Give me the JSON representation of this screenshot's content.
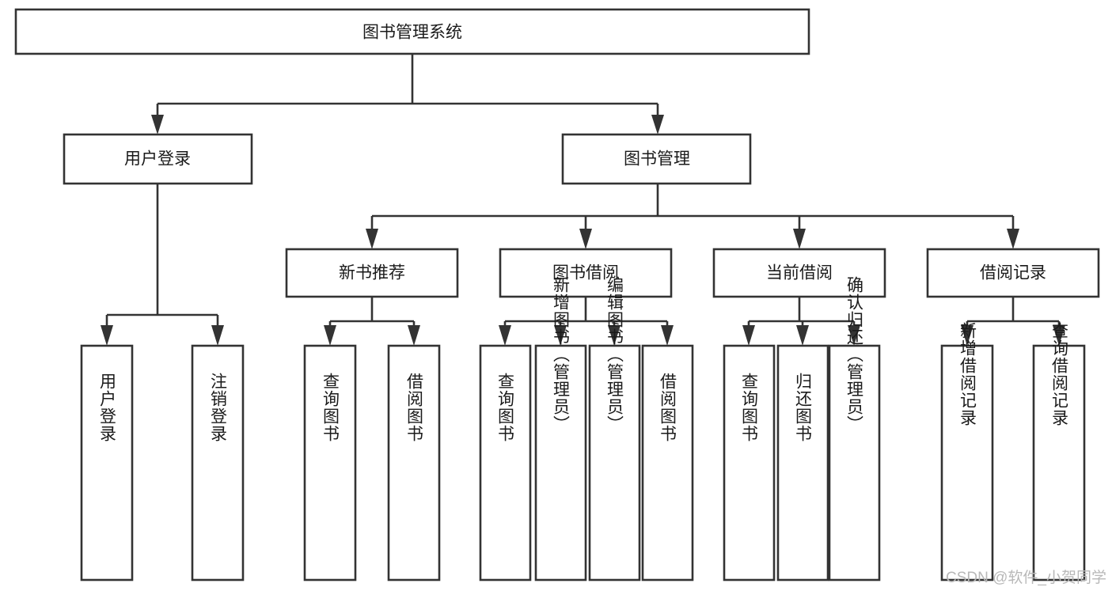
{
  "diagram": {
    "title": "图书管理系统",
    "type": "tree-hierarchy-chart",
    "root": {
      "id": "root",
      "label": "图书管理系统",
      "orientation": "horizontal"
    },
    "level2": [
      {
        "id": "user-login",
        "label": "用户登录",
        "orientation": "horizontal"
      },
      {
        "id": "book-management",
        "label": "图书管理",
        "orientation": "horizontal"
      }
    ],
    "level3": [
      {
        "id": "new-book-recommend",
        "label": "新书推荐",
        "orientation": "horizontal"
      },
      {
        "id": "book-borrow",
        "label": "图书借阅",
        "orientation": "horizontal"
      },
      {
        "id": "current-borrow",
        "label": "当前借阅",
        "orientation": "horizontal"
      },
      {
        "id": "borrow-record",
        "label": "借阅记录",
        "orientation": "horizontal"
      }
    ],
    "leaves": {
      "user_login_children": [
        {
          "id": "leaf-user-login",
          "label": "用户登录",
          "orientation": "vertical"
        },
        {
          "id": "leaf-logout",
          "label": "注销登录",
          "orientation": "vertical"
        }
      ],
      "new_book_recommend_children": [
        {
          "id": "leaf-query-book-1",
          "label": "查询图书",
          "orientation": "vertical"
        },
        {
          "id": "leaf-borrow-book-1",
          "label": "借阅图书",
          "orientation": "vertical"
        }
      ],
      "book_borrow_children": [
        {
          "id": "leaf-query-book-2",
          "label": "查询图书",
          "orientation": "vertical"
        },
        {
          "id": "leaf-add-book",
          "label": "新增图书（管理员）",
          "orientation": "vertical"
        },
        {
          "id": "leaf-edit-book",
          "label": "编辑图书（管理员）",
          "orientation": "vertical"
        },
        {
          "id": "leaf-borrow-book-2",
          "label": "借阅图书",
          "orientation": "vertical"
        }
      ],
      "current_borrow_children": [
        {
          "id": "leaf-query-book-3",
          "label": "查询图书",
          "orientation": "vertical"
        },
        {
          "id": "leaf-return-book",
          "label": "归还图书",
          "orientation": "vertical"
        },
        {
          "id": "leaf-confirm-return",
          "label": "确认归还（管理员）",
          "orientation": "vertical"
        }
      ],
      "borrow_record_children": [
        {
          "id": "leaf-add-record",
          "label": "新增借阅记录",
          "orientation": "vertical"
        },
        {
          "id": "leaf-query-record",
          "label": "查询借阅记录",
          "orientation": "vertical"
        }
      ]
    }
  },
  "watermark": {
    "text": "CSDN @软件_小贺同学"
  },
  "colors": {
    "box_stroke": "#333333",
    "box_fill": "#ffffff",
    "text": "#1a1a1a",
    "watermark": "#b8b8b8",
    "background": "#ffffff"
  }
}
